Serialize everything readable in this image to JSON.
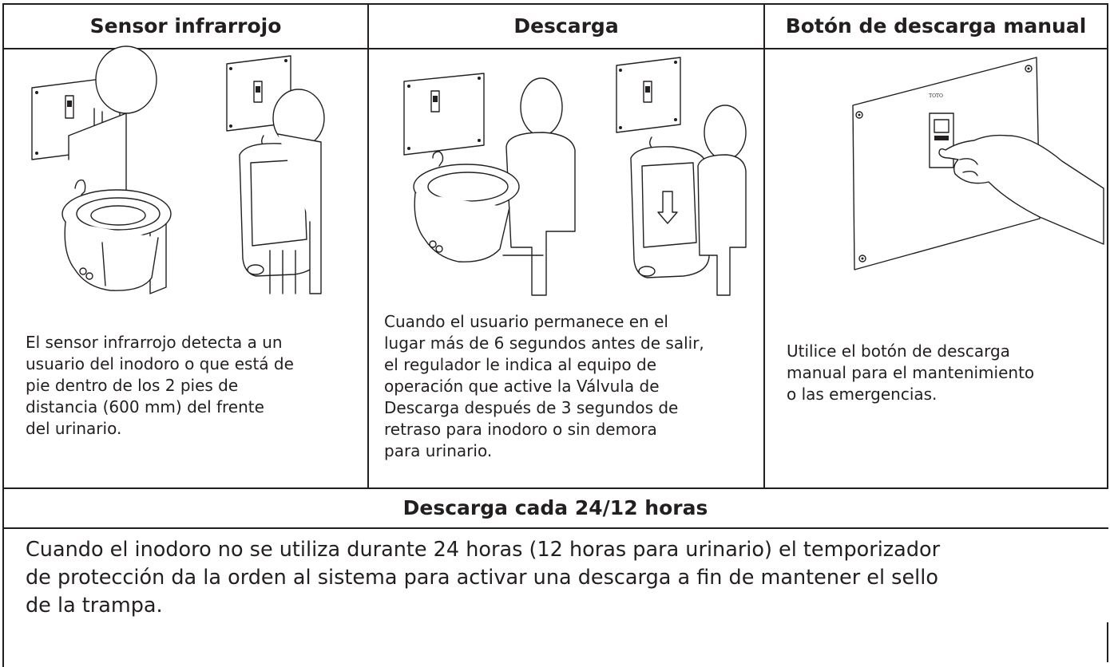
{
  "table": {
    "columns": [
      {
        "header": "Sensor infrarrojo",
        "description": "El sensor infrarrojo detecta a un\nusuario del inodoro o que está de\npie dentro de los 2 pies de\ndistancia (600 mm) del frente\ndel urinario."
      },
      {
        "header": "Descarga",
        "description": "Cuando el usuario permanece en el\nlugar más de 6 segundos antes de salir,\nel regulador le indica al equipo de\noperación que active la Válvula de\nDescarga después de 3 segundos de\nretraso para inodoro o sin demora\npara urinario."
      },
      {
        "header": "Botón de descarga manual",
        "description": "Utilice el botón de descarga\nmanual para el mantenimiento\no las emergencias."
      }
    ],
    "section": {
      "header": "Descarga cada 24/12 horas",
      "body": "Cuando el inodoro no se utiliza durante 24 horas (12 horas para urinario) el temporizador\nde protección da la orden al sistema para activar una descarga a fin de mantener el sello\nde la trampa."
    },
    "panel_brand": "TOTO"
  }
}
